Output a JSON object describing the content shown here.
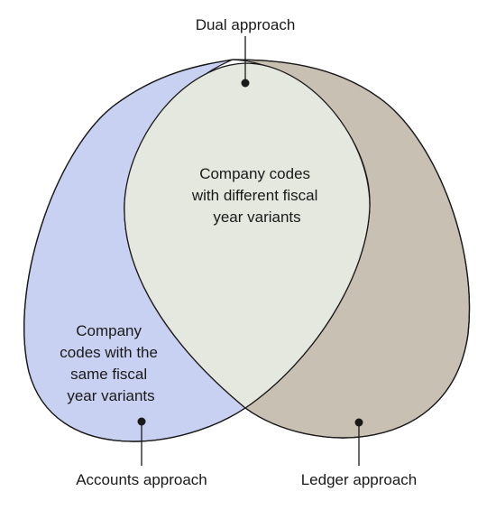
{
  "labels": {
    "dual": "Dual approach",
    "accounts": "Accounts approach",
    "ledger": "Ledger approach"
  },
  "regions": {
    "overlap_text": [
      "Company codes",
      "with different fiscal",
      "year variants"
    ],
    "accounts_text": [
      "Company",
      "codes with the",
      "same fiscal",
      "year variants"
    ]
  },
  "colors": {
    "accounts_fill": "#c9d1f3",
    "ledger_fill": "#c9c0b4",
    "overlap_fill": "#e4e8df",
    "stroke": "#1a1a1a"
  }
}
